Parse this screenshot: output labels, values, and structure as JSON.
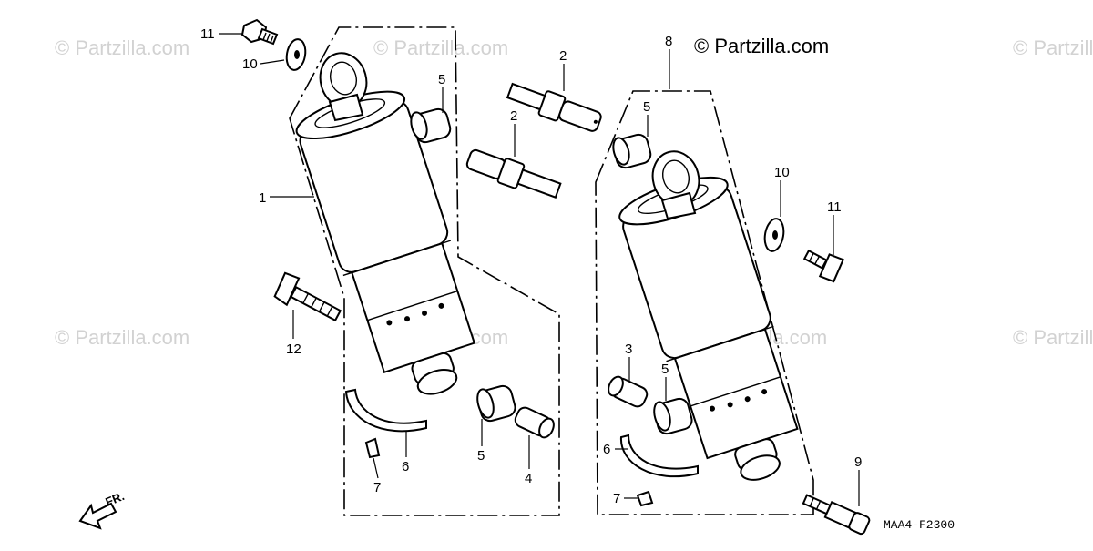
{
  "watermark": "© Partzilla.com",
  "copyright": "© Partzilla.com",
  "diagram_code": "MAA4-F2300",
  "front_arrow_label": "FR.",
  "callouts": {
    "l11": "11",
    "l10": "10",
    "l1": "1",
    "l12": "12",
    "l5a": "5",
    "l2a": "2",
    "l2b": "2",
    "l6a": "6",
    "l7a": "7",
    "l5b": "5",
    "l4": "4",
    "l8": "8",
    "l5c": "5",
    "l10b": "10",
    "l11b": "11",
    "l3": "3",
    "l5d": "5",
    "l6b": "6",
    "l7b": "7",
    "l9": "9"
  }
}
